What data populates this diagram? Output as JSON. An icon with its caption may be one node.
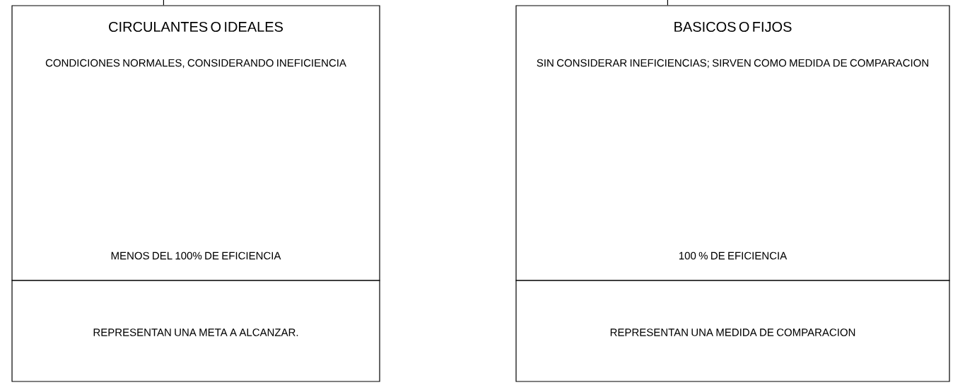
{
  "diagram": {
    "nodes": [
      {
        "text": [
          "CIRCULANTES O IDEALES",
          "CONDICIONES NORMALES, CONSIDERANDO INEFICIENCIA",
          "MENOS DEL 100% DE EFICIENCIA"
        ]
      },
      {
        "text": [
          "REPRESENTAN UNA META A ALCANZAR."
        ]
      },
      {
        "text": [
          "BASICOS O FIJOS",
          "SIN CONSIDERAR INEFICIENCIAS; SIRVEN COMO MEDIDA DE COMPARACION",
          "100 % DE EFICIENCIA"
        ]
      },
      {
        "text": [
          "REPRESENTAN UNA MEDIDA DE COMPARACION"
        ]
      }
    ],
    "edges": [
      {
        "from": null,
        "to": 0,
        "arrow": "none"
      },
      {
        "from": null,
        "to": 2,
        "arrow": "none"
      }
    ]
  }
}
